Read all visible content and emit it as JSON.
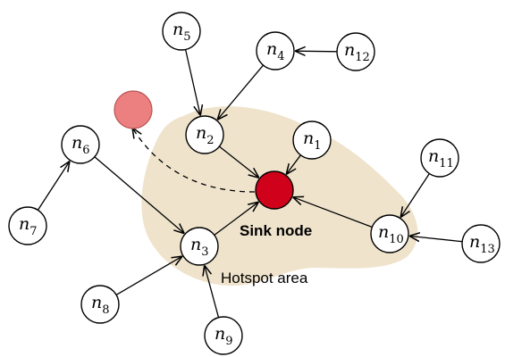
{
  "colors": {
    "hotspot_fill": "#efe3cc",
    "sink_fill": "#d0021b",
    "old_sink_fill": "#ec7f7f",
    "old_sink_stroke": "#b95454"
  },
  "labels": {
    "sink": "Sink node",
    "hotspot": "Hotspot area"
  },
  "nodes": [
    {
      "id": "n1",
      "base": "n",
      "sub": "1"
    },
    {
      "id": "n2",
      "base": "n",
      "sub": "2"
    },
    {
      "id": "n3",
      "base": "n",
      "sub": "3"
    },
    {
      "id": "n4",
      "base": "n",
      "sub": "4"
    },
    {
      "id": "n5",
      "base": "n",
      "sub": "5"
    },
    {
      "id": "n6",
      "base": "n",
      "sub": "6"
    },
    {
      "id": "n7",
      "base": "n",
      "sub": "7"
    },
    {
      "id": "n8",
      "base": "n",
      "sub": "8"
    },
    {
      "id": "n9",
      "base": "n",
      "sub": "9"
    },
    {
      "id": "n10",
      "base": "n",
      "sub": "10"
    },
    {
      "id": "n11",
      "base": "n",
      "sub": "11"
    },
    {
      "id": "n12",
      "base": "n",
      "sub": "12"
    },
    {
      "id": "n13",
      "base": "n",
      "sub": "13"
    }
  ],
  "edges": [
    {
      "from": "n5",
      "to": "n2"
    },
    {
      "from": "n4",
      "to": "n2"
    },
    {
      "from": "n12",
      "to": "n4"
    },
    {
      "from": "n2",
      "to": "sink"
    },
    {
      "from": "n1",
      "to": "sink"
    },
    {
      "from": "n3",
      "to": "sink"
    },
    {
      "from": "n10",
      "to": "sink"
    },
    {
      "from": "n11",
      "to": "n10"
    },
    {
      "from": "n13",
      "to": "n10"
    },
    {
      "from": "n6",
      "to": "n3"
    },
    {
      "from": "n7",
      "to": "n6"
    },
    {
      "from": "n8",
      "to": "n3"
    },
    {
      "from": "n9",
      "to": "n3"
    }
  ],
  "move": {
    "from": "sink",
    "to": "old_sink",
    "style": "dashed"
  }
}
